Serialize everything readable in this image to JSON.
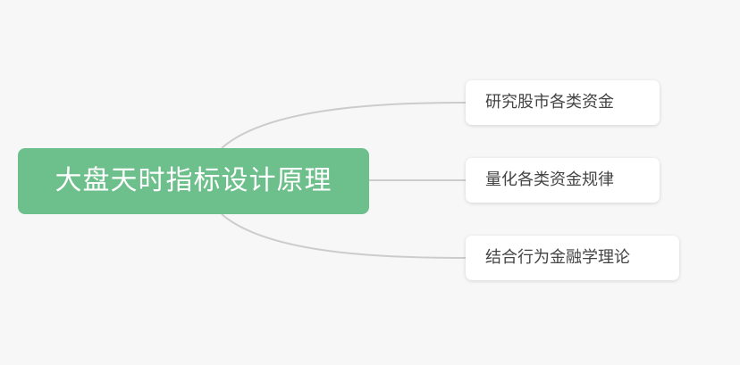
{
  "mindmap": {
    "root": {
      "label": "大盘天时指标设计原理"
    },
    "children": [
      {
        "label": "研究股市各类资金"
      },
      {
        "label": "量化各类资金规律"
      },
      {
        "label": "结合行为金融学理论"
      }
    ]
  },
  "colors": {
    "background": "#f7f7f7",
    "root_fill": "#6dbf8b",
    "connector": "#cccccc",
    "child_fill": "#ffffff",
    "child_text": "#444444"
  }
}
